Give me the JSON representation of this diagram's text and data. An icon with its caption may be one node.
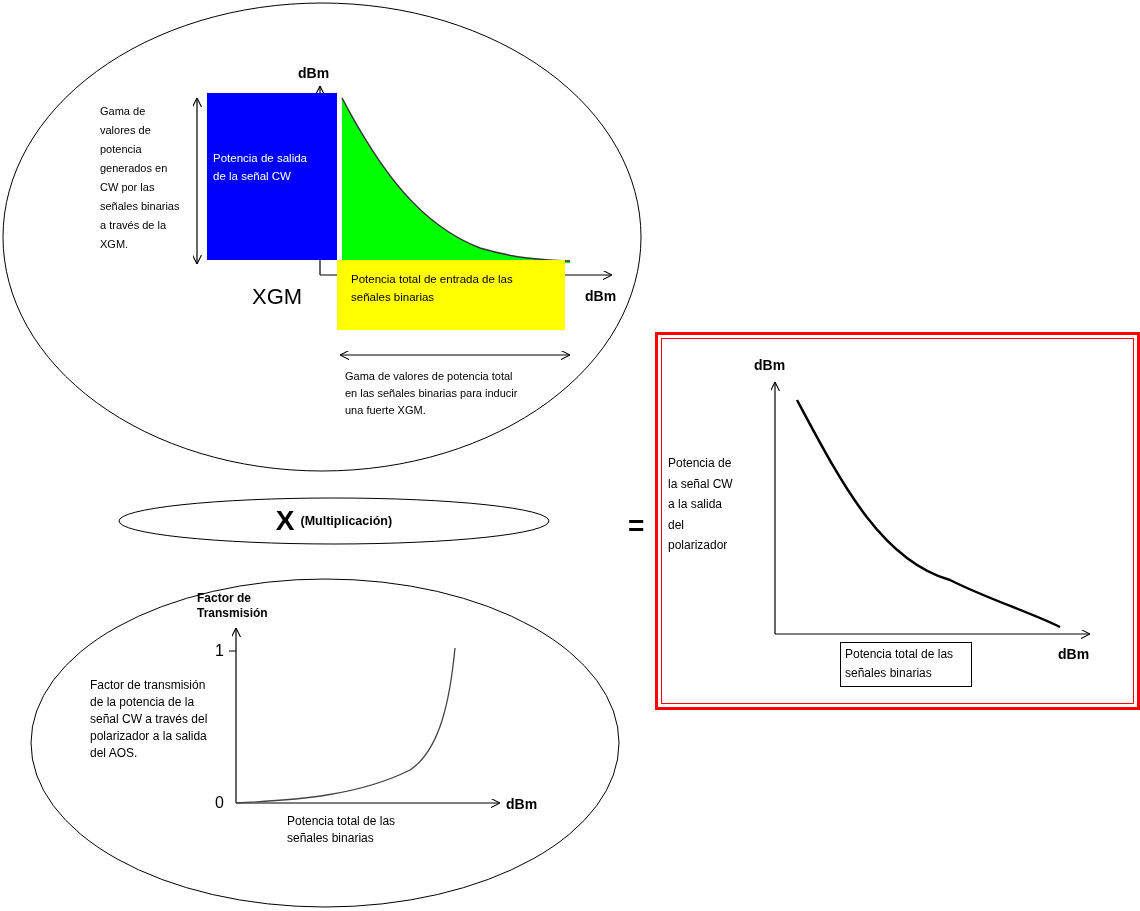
{
  "diagram": {
    "nodes": [
      {
        "text": [],
        "shape": "ellipse"
      },
      {
        "text": [
          "Potencia de salida de la señal CW"
        ],
        "in": 0
      },
      {
        "text": [
          "Potencia total de entrada de las señales binarias"
        ],
        "in": 0
      },
      {
        "text": [
          "X",
          "(Multiplicación)"
        ]
      },
      {
        "text": [],
        "shape": "ellipse"
      },
      {
        "text": [],
        "shape": "box"
      },
      {
        "text": [
          "Potencia total de las señales binarias"
        ],
        "in": 5
      }
    ],
    "edges": [],
    "labels": [
      "dBm",
      "Gama de valores de potencia generados en CW por las señales binarias a través de la XGM.",
      "XGM",
      "dBm",
      "Gama de valores de potencia total en las señales binarias para inducir una fuerte XGM.",
      "=",
      "dBm",
      "Potencia de la señal CW a la salida del polarizador",
      "dBm",
      "Factor de Transmisión",
      "1",
      "Factor de transmisión de la potencia de la señal CW a través del polarizador a la salida del AOS.",
      "0",
      "dBm",
      "Potencia total de las señales binarias"
    ]
  }
}
